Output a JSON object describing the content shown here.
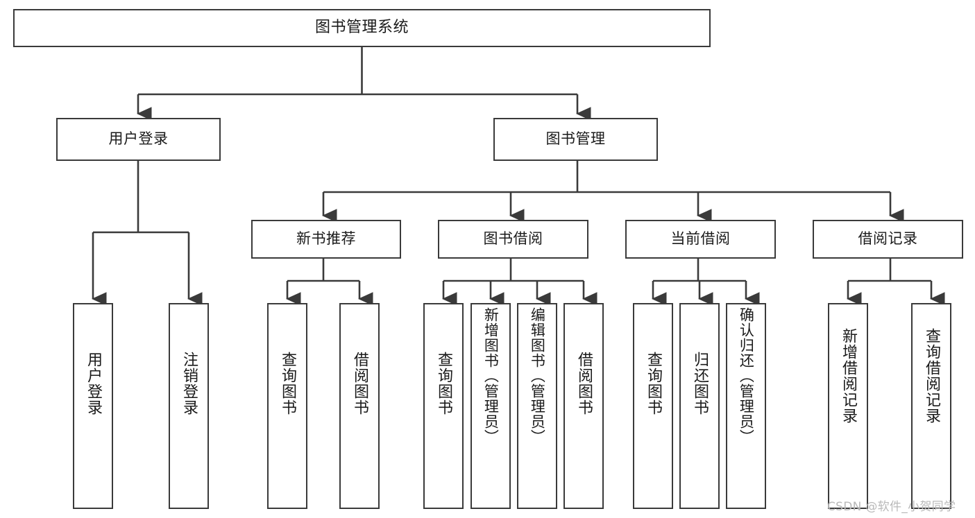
{
  "diagram": {
    "title": "图书管理系统",
    "type": "tree-hierarchy-chart",
    "watermark": "CSDN @软件_小贺同学",
    "colors": {
      "stroke": "#3a3a3a",
      "fill": "#ffffff",
      "text": "#1a1a1a",
      "watermark": "#b9b9b9"
    },
    "nodes": {
      "root": {
        "label": "图书管理系统"
      },
      "level2": [
        {
          "id": "user-login",
          "label": "用户登录"
        },
        {
          "id": "book-manage",
          "label": "图书管理"
        }
      ],
      "level3": [
        {
          "id": "new-book-recommend",
          "label": "新书推荐"
        },
        {
          "id": "book-borrow",
          "label": "图书借阅"
        },
        {
          "id": "current-borrow",
          "label": "当前借阅"
        },
        {
          "id": "borrow-record",
          "label": "借阅记录"
        }
      ],
      "leaves": {
        "user_login": [
          {
            "id": "leaf-user-login",
            "label": "用户登录"
          },
          {
            "id": "leaf-logout-login",
            "label": "注销登录"
          }
        ],
        "new_book_recommend": [
          {
            "id": "leaf-query-book-1",
            "label": "查询图书"
          },
          {
            "id": "leaf-borrow-book-1",
            "label": "借阅图书"
          }
        ],
        "book_borrow": [
          {
            "id": "leaf-query-book-2",
            "label": "查询图书"
          },
          {
            "id": "leaf-add-book",
            "label": "新增图书（管理员）"
          },
          {
            "id": "leaf-edit-book",
            "label": "编辑图书（管理员）"
          },
          {
            "id": "leaf-borrow-book-2",
            "label": "借阅图书"
          }
        ],
        "current_borrow": [
          {
            "id": "leaf-query-book-3",
            "label": "查询图书"
          },
          {
            "id": "leaf-return-book",
            "label": "归还图书"
          },
          {
            "id": "leaf-confirm-return",
            "label": "确认归还（管理员）"
          }
        ],
        "borrow_record": [
          {
            "id": "leaf-add-record",
            "label": "新增借阅记录"
          },
          {
            "id": "leaf-query-record",
            "label": "查询借阅记录"
          }
        ]
      }
    }
  }
}
